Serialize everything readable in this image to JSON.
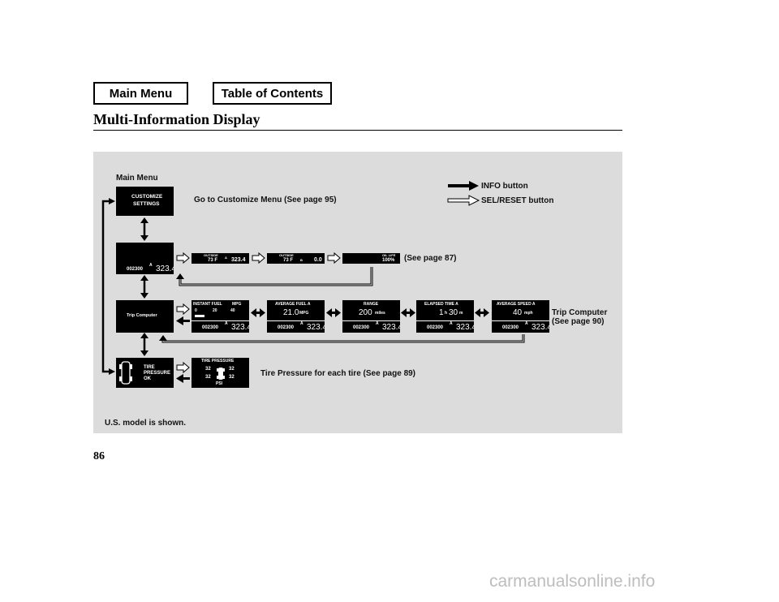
{
  "nav": {
    "main_menu": "Main Menu",
    "table_of_contents": "Table of Contents"
  },
  "header": {
    "title": "Multi-Information Display"
  },
  "page_number": "86",
  "watermark": "carmanualsonline.info",
  "diagram": {
    "main_menu_label": "Main Menu",
    "customize_caption": "Go to Customize Menu (See page 95)",
    "legend_info": "INFO button",
    "legend_sel": "SEL/RESET button",
    "see_page_87": "(See page 87)",
    "trip_computer_caption_1": "Trip Computer",
    "trip_computer_caption_2": "(See page 90)",
    "tire_caption": "Tire Pressure for each tire (See page 89)",
    "footnote": "U.S. model is shown.",
    "screens": {
      "customize": {
        "line1": "CUSTOMIZE",
        "line2": "SETTINGS"
      },
      "odo": {
        "odometer": "002300",
        "unit_a": "A",
        "trip": "323.4"
      },
      "outside1": {
        "label": "OUTSIDE",
        "temp": "73 F",
        "unit_a": "A",
        "trip": "323.4"
      },
      "outside2": {
        "label": "OUTSIDE",
        "temp": "73 F",
        "unit_b": "B",
        "trip": "0.0"
      },
      "oil": {
        "label": "OIL LIFE",
        "value": "100%"
      },
      "trip_computer": {
        "label": "Trip Computer"
      },
      "instant_fuel": {
        "label": "INSTANT FUEL",
        "unit": "MPG",
        "scale": [
          "0",
          "20",
          "40"
        ]
      },
      "average_fuel": {
        "label": "AVERAGE FUEL A",
        "value": "21.0",
        "unit": "MPG"
      },
      "range": {
        "label": "RANGE",
        "value": "200",
        "unit": "miles"
      },
      "elapsed": {
        "label": "ELAPSED TIME A",
        "hours": "1",
        "h": "h",
        "minutes": "30",
        "m": "m"
      },
      "avg_speed": {
        "label": "AVERAGE SPEED A",
        "value": "40",
        "unit": "mph"
      },
      "bottom_row": {
        "odometer": "002300",
        "unit_a": "A",
        "trip": "323.4"
      },
      "tire_ok": {
        "line1": "TIRE",
        "line2": "PRESSURE",
        "line3": "OK"
      },
      "tire_detail": {
        "label": "TIRE PRESSURE",
        "fl": "32",
        "fr": "32",
        "rl": "32",
        "rr": "32",
        "unit": "PSI"
      }
    }
  }
}
